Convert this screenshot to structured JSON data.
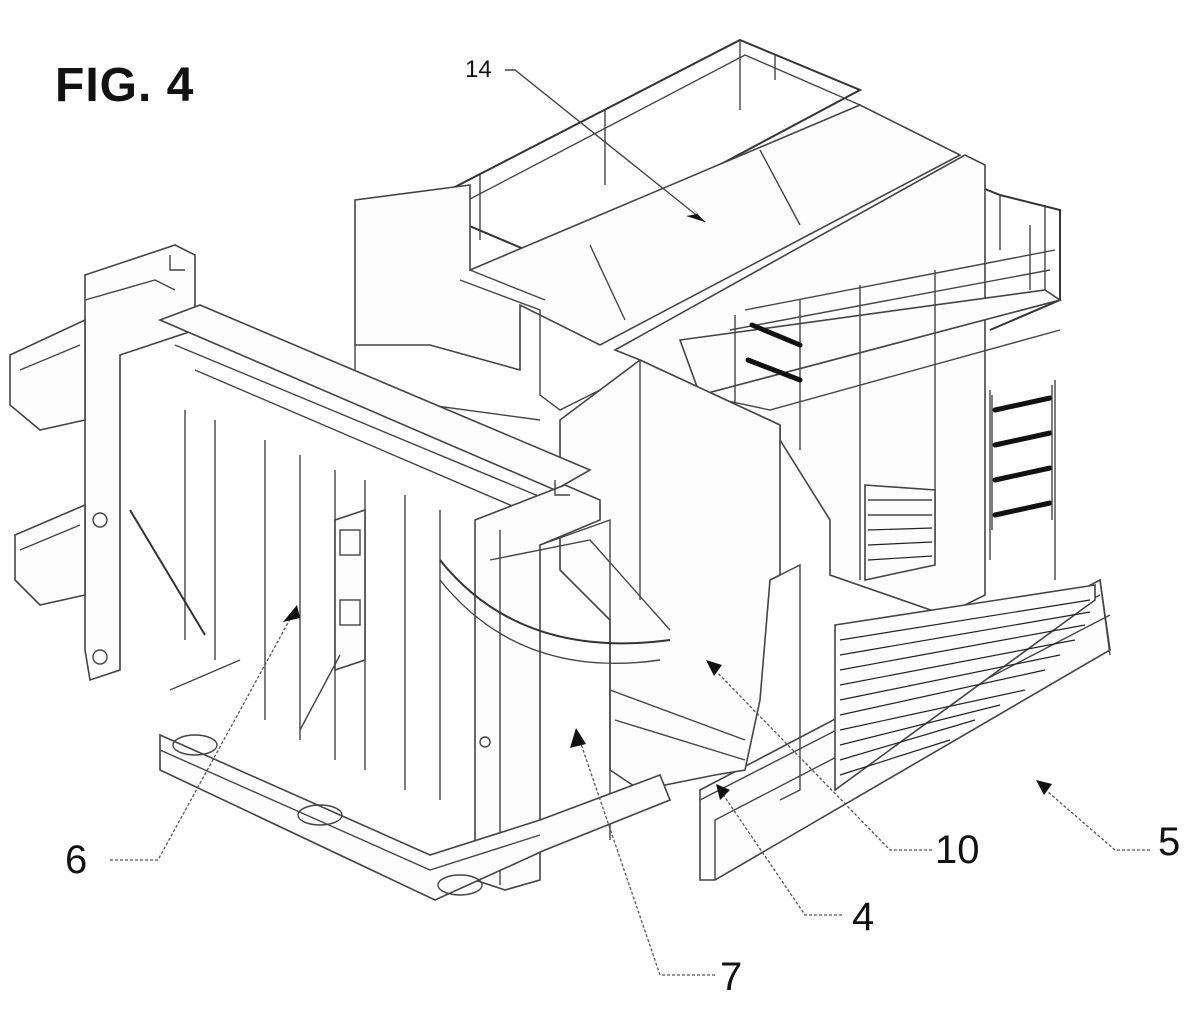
{
  "figure": {
    "title": "FIG. 4"
  },
  "reference_numerals": {
    "r14": "14",
    "r6": "6",
    "r10": "10",
    "r5": "5",
    "r4": "4",
    "r7": "7"
  },
  "colors": {
    "ink": "#111111",
    "line": "#444444",
    "background": "#ffffff"
  }
}
